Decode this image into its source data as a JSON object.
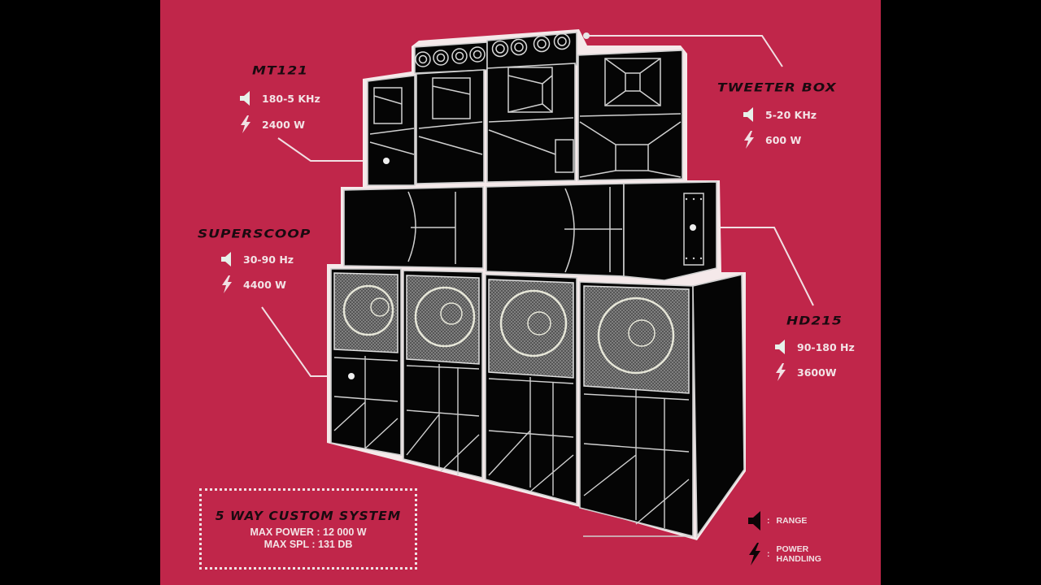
{
  "colors": {
    "poster_background": "#C0264A",
    "letterbox": "#000000",
    "speaker_body": "#050505",
    "outline": "#d9d9d9",
    "label_text": "#1a0a10",
    "spec_text": "#f3e3e6"
  },
  "components": [
    {
      "id": "mt121",
      "title": "MT121",
      "range": "180-5 KHz",
      "power": "2400 W",
      "range_icon": "speaker-icon",
      "power_icon": "lightning-icon"
    },
    {
      "id": "tweeter-box",
      "title": "TWEETER BOX",
      "range": "5-20 KHz",
      "power": "600 W",
      "range_icon": "speaker-icon",
      "power_icon": "lightning-icon"
    },
    {
      "id": "superscoop",
      "title": "SUPERSCOOP",
      "range": "30-90 Hz",
      "power": "4400 W",
      "range_icon": "speaker-icon",
      "power_icon": "lightning-icon"
    },
    {
      "id": "hd215",
      "title": "HD215",
      "range": "90-180 Hz",
      "power": "3600W",
      "range_icon": "speaker-icon",
      "power_icon": "lightning-icon"
    }
  ],
  "summary": {
    "title": "5 WAY CUSTOM SYSTEM",
    "max_power": "MAX POWER : 12 000 W",
    "max_spl": "MAX SPL : 131 DB"
  },
  "legend": [
    {
      "icon": "speaker-icon",
      "separator": ":",
      "label": "RANGE"
    },
    {
      "icon": "lightning-icon",
      "separator": ":",
      "label_line1": "POWER",
      "label_line2": "HANDLING"
    }
  ]
}
